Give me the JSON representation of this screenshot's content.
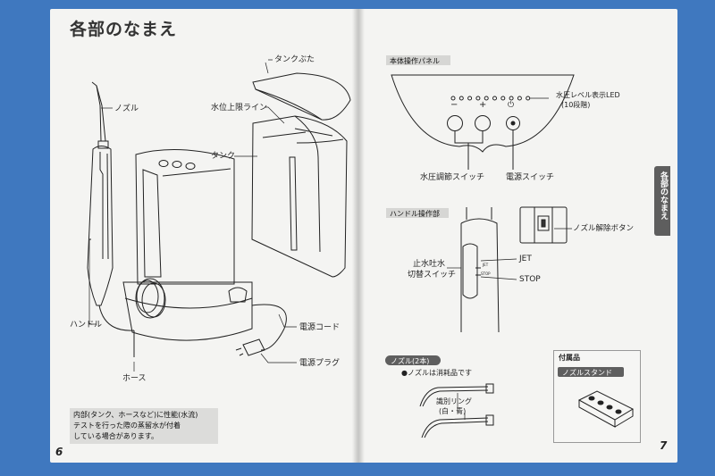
{
  "left_page": {
    "title": "各部のなまえ",
    "page_number": "6",
    "labels": {
      "nozzle": "ノズル",
      "tank_lid": "タンクぶた",
      "water_level": "水位上限ライン",
      "tank": "タンク",
      "handle": "ハンドル",
      "hose": "ホース",
      "power_cord": "電源コード",
      "power_plug": "電源プラグ"
    },
    "note_lines": [
      "内部(タンク、ホースなど)に性能(水流)",
      "テストを行った際の蒸留水が付着",
      "している場合があります。"
    ]
  },
  "right_page": {
    "page_number": "7",
    "side_tab": "各部のなまえ",
    "panel_section": {
      "heading": "本体操作パネル",
      "level_label_1": "水圧レベル表示LED",
      "level_label_2": "(10段階)",
      "minus": "−",
      "plus": "+",
      "power_symbol": "⏻",
      "pressure_switch": "水圧調節スイッチ",
      "power_switch": "電源スイッチ",
      "led_count": 10
    },
    "handle_section": {
      "heading": "ハンドル操作部",
      "release_button": "ノズル解除ボタン",
      "stop_switch_1": "止水吐水",
      "stop_switch_2": "切替スイッチ",
      "jet": "JET",
      "stop": "STOP"
    },
    "nozzle_section": {
      "heading": "ノズル(2本)",
      "consumable": "●ノズルは消耗品です",
      "ring_1": "識別リング",
      "ring_2": "(白・青)"
    },
    "accessory_section": {
      "heading": "付属品",
      "item": "ノズルスタンド"
    }
  }
}
